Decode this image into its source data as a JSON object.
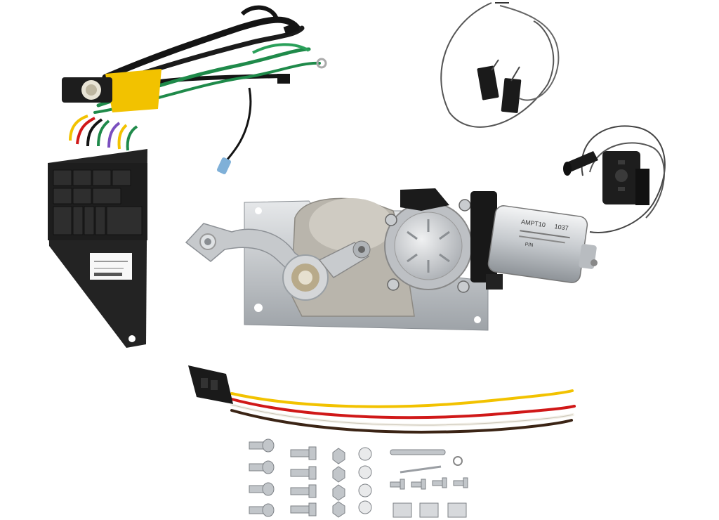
{
  "photo": {
    "background": "#ffffff",
    "motor_label": {
      "line1": "AMPT10",
      "line2": "1037",
      "line3": "P/N"
    }
  },
  "palette": {
    "wire_black": "#141414",
    "wire_green": "#1f8a4a",
    "wire_yellow": "#f2c200",
    "wire_red": "#d01818",
    "wire_white": "#f4f1ea",
    "wire_brown": "#3b2415",
    "metal": "#c9ccd0",
    "plastic_black": "#1d1d1d"
  }
}
